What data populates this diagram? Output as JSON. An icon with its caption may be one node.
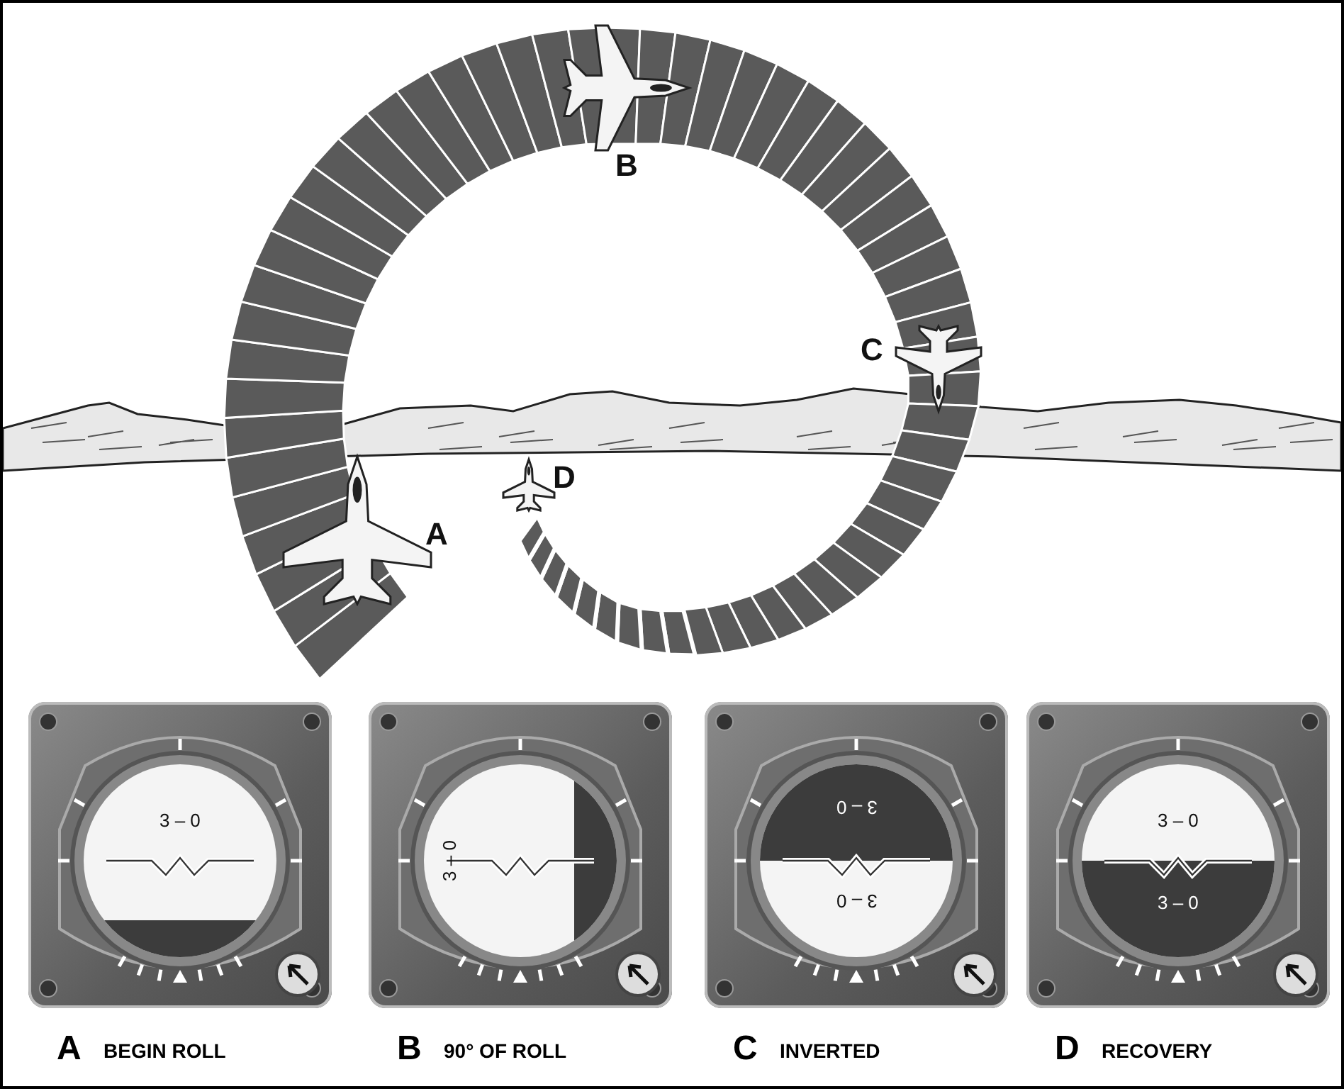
{
  "diagram": {
    "nodes": [
      {
        "text": [
          "3 – 0"
        ],
        "beside": [
          "A",
          "BEGIN ROLL"
        ]
      },
      {
        "text": [
          "3 – 0"
        ],
        "beside": [
          "B",
          "90° OF ROLL"
        ]
      },
      {
        "text": [
          "3 – 0",
          "3 – 0"
        ],
        "beside": [
          "C",
          "INVERTED"
        ]
      },
      {
        "text": [
          "3 – 0",
          "3 – 0"
        ],
        "beside": [
          "D",
          "RECOVERY"
        ]
      }
    ],
    "labels": [
      "B",
      "C",
      "D",
      "A"
    ]
  }
}
